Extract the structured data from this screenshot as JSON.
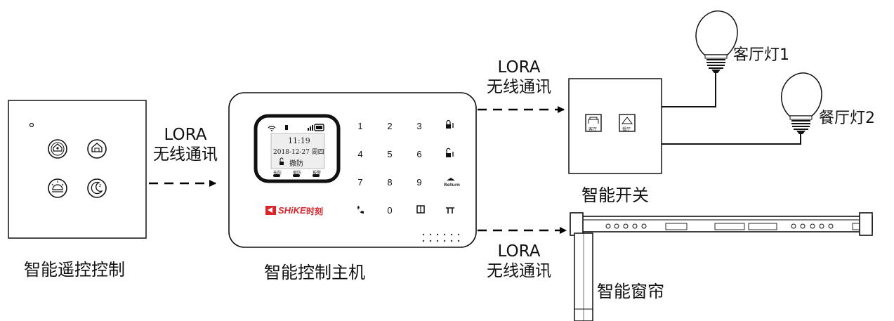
{
  "remote": {
    "caption": "智能遥控控制"
  },
  "controller": {
    "caption": "智能控制主机",
    "screen_time": "11:19",
    "screen_date": "2018-12-27 周四",
    "screen_status": "撤防",
    "screen_soft_keys": [
      "布防",
      "撤防",
      "报警"
    ],
    "keys": [
      "1",
      "2",
      "3",
      "4",
      "5",
      "6",
      "7",
      "8",
      "9",
      "0"
    ],
    "brand": "SHiKE",
    "brand_cn": "时刻",
    "return_key": "Return"
  },
  "links": {
    "remote_to_controller": [
      "LORA",
      "无线通讯"
    ],
    "controller_to_switch": [
      "LORA",
      "无线通讯"
    ],
    "controller_to_curtain": [
      "LORA",
      "无线通讯"
    ]
  },
  "switch": {
    "caption": "智能开关",
    "button_labels": [
      "客厅",
      "餐厅"
    ]
  },
  "lamps": [
    "客厅灯1",
    "餐厅灯2"
  ],
  "curtain": {
    "caption": "智能窗帘"
  }
}
